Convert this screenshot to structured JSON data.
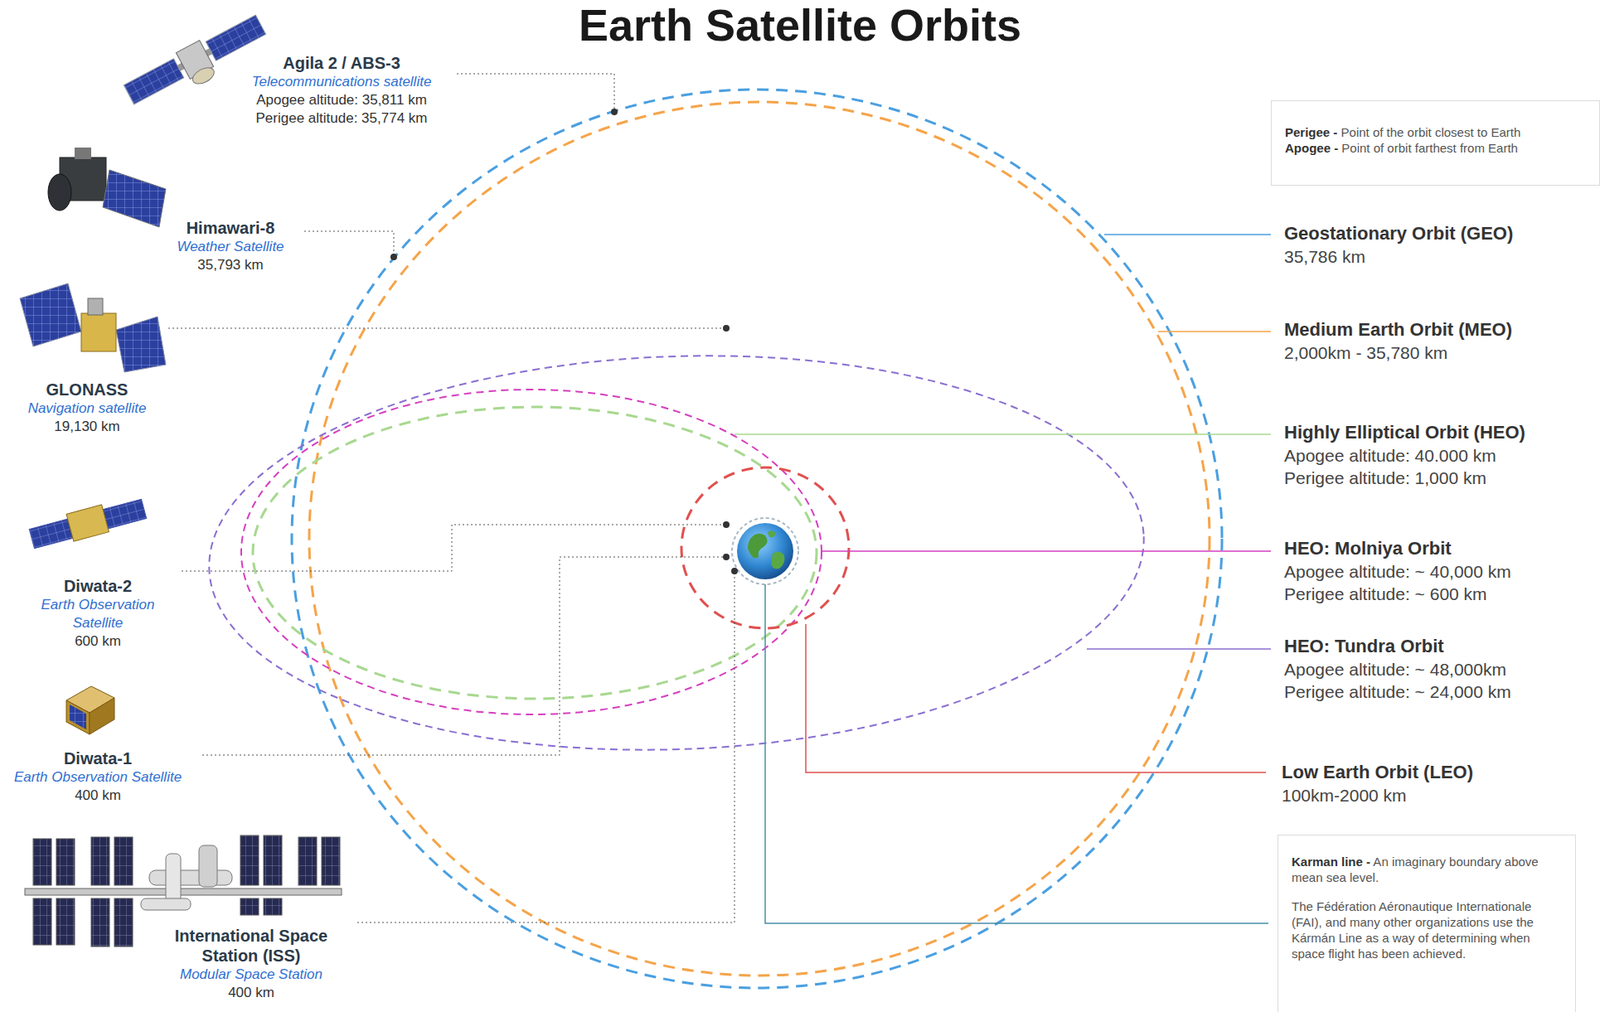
{
  "diagram": {
    "title": "Earth Satellite Orbits",
    "nodes": [
      {
        "text": [
          "Agila 2 / ABS-3",
          "Telecommunications satellite",
          "Apogee altitude: 35,811 km",
          "Perigee altitude: 35,774 km"
        ]
      },
      {
        "text": [
          "Himawari-8",
          "Weather Satellite",
          "35,793 km"
        ]
      },
      {
        "text": [
          "Perigee - Point of the orbit closest to Earth",
          "Apogee - Point of orbit farthest from Earth"
        ]
      },
      {
        "text": [
          "Geostationary Orbit (GEO)",
          "35,786 km"
        ]
      },
      {
        "text": [
          "Medium Earth Orbit (MEO)",
          "2,000km - 35,780 km"
        ]
      },
      {
        "text": [
          "GLONASS",
          "Navigation satellite",
          "19,130 km"
        ]
      },
      {
        "text": [
          "Highly Elliptical Orbit (HEO)",
          "Apogee altitude: 40.000 km",
          "Perigee altitude: 1,000 km"
        ]
      },
      {
        "text": [
          "Diwata-2",
          "Earth Observation Satellite",
          "600 km"
        ]
      },
      {
        "text": [
          "HEO: Molniya Orbit",
          "Apogee altitude: ~ 40,000 km",
          "Perigee altitude: ~ 600 km"
        ]
      },
      {
        "text": [
          "HEO: Tundra Orbit",
          "Apogee altitude: ~ 48,000km",
          "Perigee altitude: ~ 24,000 km"
        ]
      },
      {
        "text": [
          "Diwata-1",
          "Earth Observation Satellite",
          "400 km"
        ]
      },
      {
        "text": [
          "Low Earth Orbit (LEO)",
          "100km-2000 km"
        ]
      },
      {
        "text": [
          "International Space Station (ISS)",
          "Modular Space Station",
          "400 km"
        ]
      },
      {
        "text": [
          "Karman line - An imaginary boundary above mean sea level.",
          "The Fédération Aéronautique Internationale (FAI), and many other organizations use the Kármán Line as a way of determining when space flight has been achieved."
        ]
      }
    ]
  }
}
